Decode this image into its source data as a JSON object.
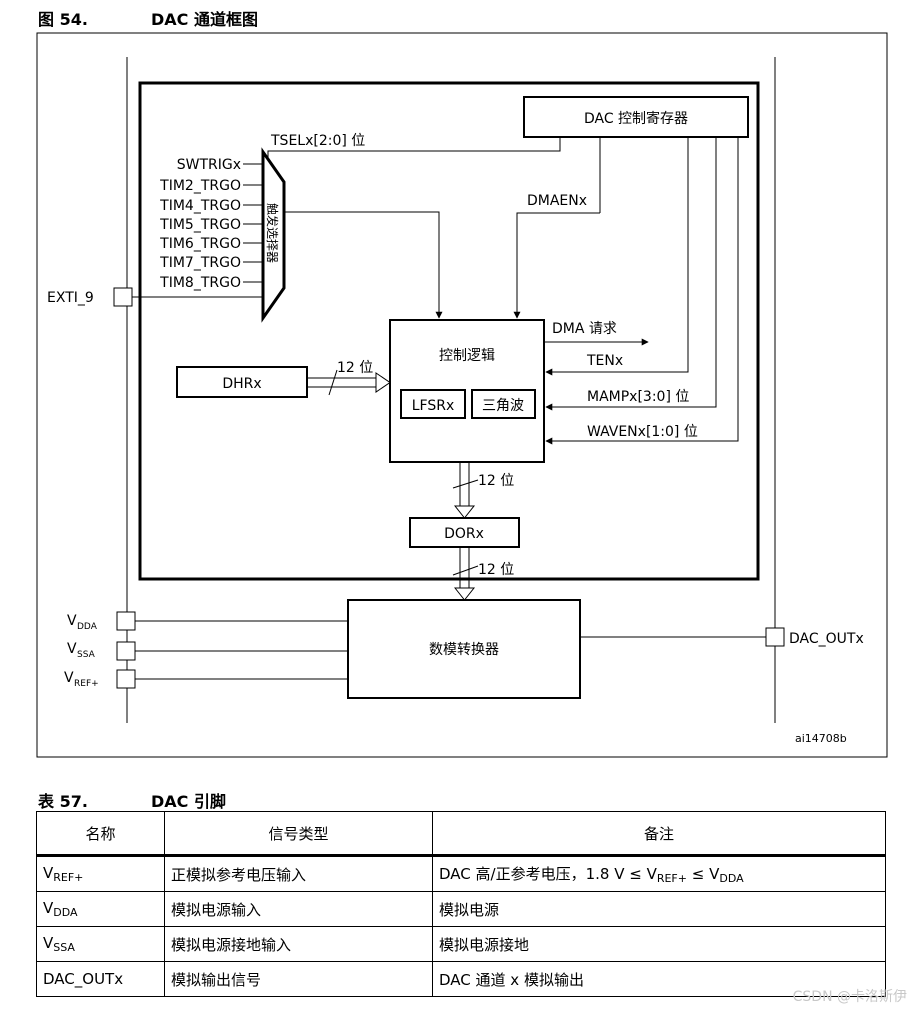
{
  "figure": {
    "caption_label": "图 54.",
    "caption_title": "DAC 通道框图",
    "registers_box": "DAC 控制寄存器",
    "tsel_label": "TSELx[2:0] 位",
    "dmaen_label": "DMAENx",
    "triggers": [
      "SWTRIGx",
      "TIM2_TRGO",
      "TIM4_TRGO",
      "TIM5_TRGO",
      "TIM6_TRGO",
      "TIM7_TRGO",
      "TIM8_TRGO"
    ],
    "exti_label": "EXTI_9",
    "trigger_selector": "触发选择器",
    "control_logic": "控制逻辑",
    "lfsr": "LFSRx",
    "triangle": "三角波",
    "dma_request": "DMA 请求",
    "ten": "TENx",
    "mamp": "MAMPx[3:0] 位",
    "wave": "WAVENx[1:0] 位",
    "dhr": "DHRx",
    "bits_12": "12 位",
    "dor": "DORx",
    "converter": "数模转换器",
    "vdda": {
      "main": "V",
      "sub": "DDA"
    },
    "vssa": {
      "main": "V",
      "sub": "SSA"
    },
    "vref": {
      "main": "V",
      "sub": "REF+"
    },
    "dac_out": "DAC_OUTx",
    "figure_id": "ai14708b"
  },
  "table": {
    "caption_label": "表 57.",
    "caption_title": "DAC 引脚",
    "headers": [
      "名称",
      "信号类型",
      "备注"
    ],
    "rows": [
      {
        "name_main": "V",
        "name_sub": "REF+",
        "type": "正模拟参考电压输入",
        "remark_prefix": "DAC 高/正参考电压，1.8 V ≤ V",
        "remark_sub1": "REF+",
        "remark_mid": " ≤ V",
        "remark_sub2": "DDA"
      },
      {
        "name_main": "V",
        "name_sub": "DDA",
        "type": "模拟电源输入",
        "remark": "模拟电源"
      },
      {
        "name_main": "V",
        "name_sub": "SSA",
        "type": "模拟电源接地输入",
        "remark": "模拟电源接地"
      },
      {
        "name": "DAC_OUTx",
        "type": "模拟输出信号",
        "remark": "DAC 通道 x 模拟输出"
      }
    ]
  },
  "watermark": "CSDN @卡洛斯伊"
}
